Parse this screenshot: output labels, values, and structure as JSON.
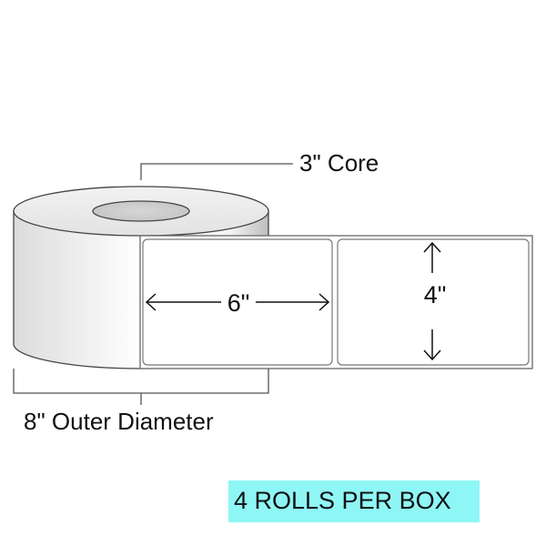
{
  "product": {
    "core_label": "3\" Core",
    "outer_diameter_label": "8\" Outer Diameter",
    "label_width": "6\"",
    "label_height": "4\"",
    "rolls_per_box": "4 ROLLS PER BOX"
  },
  "colors": {
    "badge_background": "#8ff6f6",
    "outline": "#555555",
    "core_fill": "#cfcfcf",
    "text": "#111111"
  },
  "icons": {
    "arrow_left": "left-arrow-icon",
    "arrow_right": "right-arrow-icon",
    "arrow_up": "up-arrow-icon",
    "arrow_down": "down-arrow-icon"
  }
}
